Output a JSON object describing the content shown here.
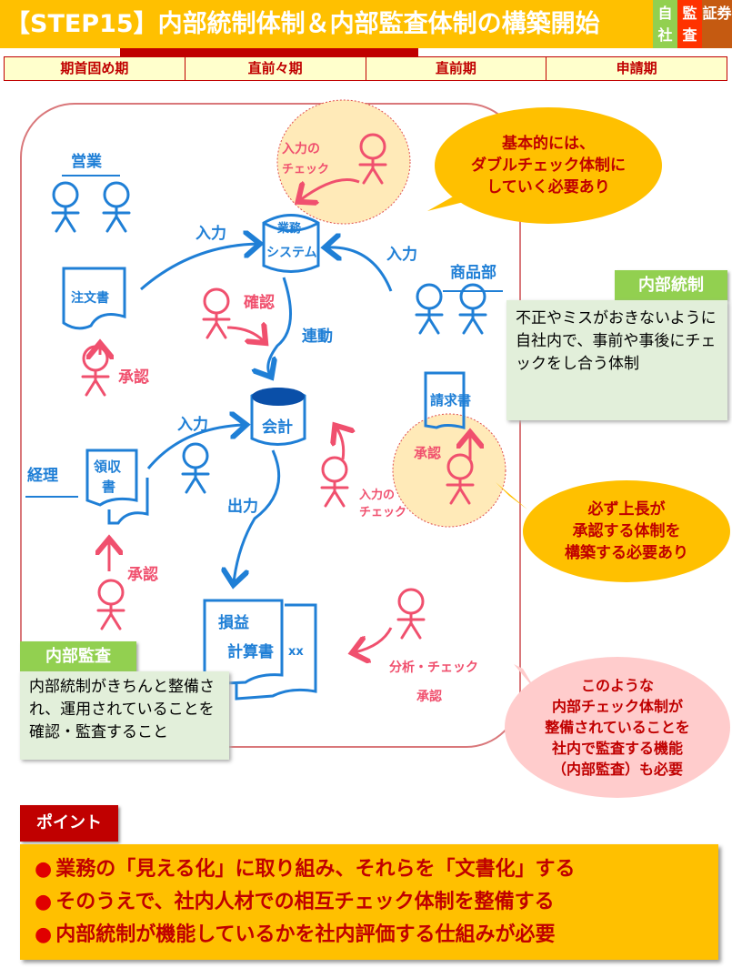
{
  "header": {
    "title": "【STEP15】内部統制体制＆内部監査体制の構築開始",
    "badges": [
      "自社",
      "監査",
      "証券"
    ]
  },
  "phases": [
    "期首固め期",
    "直前々期",
    "直前期",
    "申請期"
  ],
  "diagram": {
    "eigyo": "営業",
    "chumonsho": "注文書",
    "nyuryoku1": "入力",
    "gyomu": "業務",
    "system": "システム",
    "check_in1": "入力の",
    "check_in2": "チェック",
    "nyuryoku2": "入力",
    "shohinbu": "商品部",
    "kakunin": "確認",
    "rendo": "連動",
    "shonin1": "承認",
    "kaikei": "会計",
    "nyuryoku3": "入力",
    "keiri": "経理",
    "ryoshu1": "領収",
    "ryoshu2": "書",
    "shutsuryoku": "出力",
    "check2a": "入力の",
    "check2b": "チェック",
    "seikyusho": "請求書",
    "shonin2": "承認",
    "shonin3": "承認",
    "pl1": "損益",
    "pl2": "計算書",
    "xx": "xx",
    "bunseki": "分析・チェック",
    "shonin4": "承認"
  },
  "callouts": {
    "double_check": [
      "基本的には、",
      "ダブルチェック体制に",
      "していく必要あり"
    ],
    "approval": [
      "必ず上長が",
      "承認する体制を",
      "構築する必要あり"
    ],
    "audit": [
      "このような",
      "内部チェック体制が",
      "整備されていることを",
      "社内で監査する機能",
      "（内部監査）も必要"
    ]
  },
  "internal_control": {
    "label": "内部統制",
    "text": "不正やミスがおきないように自社内で、事前や事後にチェックをし合う体制"
  },
  "internal_audit": {
    "label": "内部監査",
    "text": "内部統制がきちんと整備され、運用されていることを確認・監査すること"
  },
  "point": {
    "label": "ポイント",
    "bullet": "●",
    "items": [
      "業務の「見える化」に取り組み、それらを「文書化」する",
      "そのうえで、社内人材での相互チェック体制を整備する",
      "内部統制が機能しているかを社内評価する仕組みが必要"
    ]
  },
  "colors": {
    "orange": "#ffc000",
    "red": "#c00000",
    "green": "#92d050",
    "blue": "#1f7fd6",
    "pink": "#f0506e"
  }
}
